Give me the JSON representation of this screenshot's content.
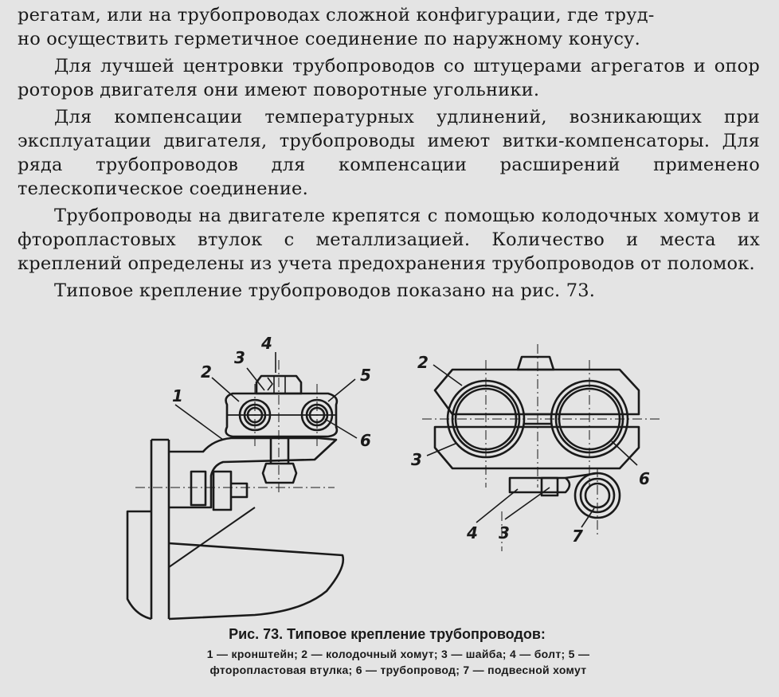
{
  "text": {
    "p1_line1": "регатам, или на трубопроводах сложной конфигурации, где труд-",
    "p1_line2": "но осуществить герметичное соединение по наружному конусу.",
    "p2": "Для лучшей центровки трубопроводов со штуцерами агрегатов и опор роторов двигателя они имеют поворотные угольники.",
    "p3": "Для компенсации температурных удлинений, возникающих при эксплуатации двигателя, трубопроводы имеют витки-компенсаторы. Для ряда трубопроводов для компенсации расширений применено телескопическое соединение.",
    "p4": "Трубопроводы на двигателе крепятся с помощью колодочных хомутов и фторопластовых втулок с металлизацией. Количество и места их креплений определены из учета предохранения трубопроводов от поломок.",
    "p5": "Типовое крепление трубопроводов показано на рис. 73."
  },
  "figure": {
    "left_labels": {
      "l1": "1",
      "l2": "2",
      "l3": "3",
      "l4": "4",
      "l5": "5",
      "l6": "6"
    },
    "right_labels": {
      "l2": "2",
      "l3": "3",
      "l6": "6",
      "l4": "4",
      "l3b": "3",
      "l7": "7"
    }
  },
  "caption": {
    "title": "Рис. 73. Типовое крепление трубопроводов:",
    "legend_line1": "1 — кронштейн; 2 — колодочный хомут; 3 — шайба; 4 — болт; 5 —",
    "legend_line2": "фторопластовая втулка; 6 — трубопровод; 7 — подвесной хомут"
  }
}
